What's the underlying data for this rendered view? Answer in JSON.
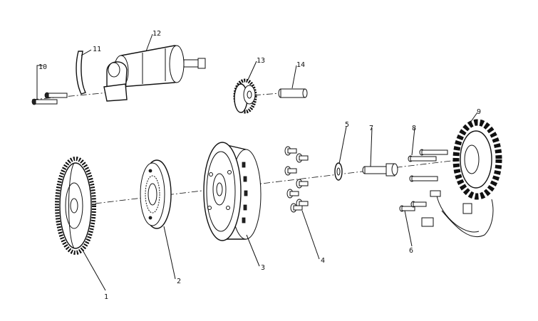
{
  "callouts": [
    {
      "id": "c1",
      "label": "1"
    },
    {
      "id": "c2",
      "label": "2"
    },
    {
      "id": "c3",
      "label": "3"
    },
    {
      "id": "c4",
      "label": "4"
    },
    {
      "id": "c5",
      "label": "5"
    },
    {
      "id": "c6",
      "label": "6"
    },
    {
      "id": "c7",
      "label": "7"
    },
    {
      "id": "c8",
      "label": "8"
    },
    {
      "id": "c9",
      "label": "9"
    },
    {
      "id": "c10",
      "label": "10"
    },
    {
      "id": "c11",
      "label": "11"
    },
    {
      "id": "c12",
      "label": "12"
    },
    {
      "id": "c13",
      "label": "13"
    },
    {
      "id": "c14",
      "label": "14"
    }
  ],
  "colors": {
    "line": "#111111",
    "background": "#ffffff"
  }
}
